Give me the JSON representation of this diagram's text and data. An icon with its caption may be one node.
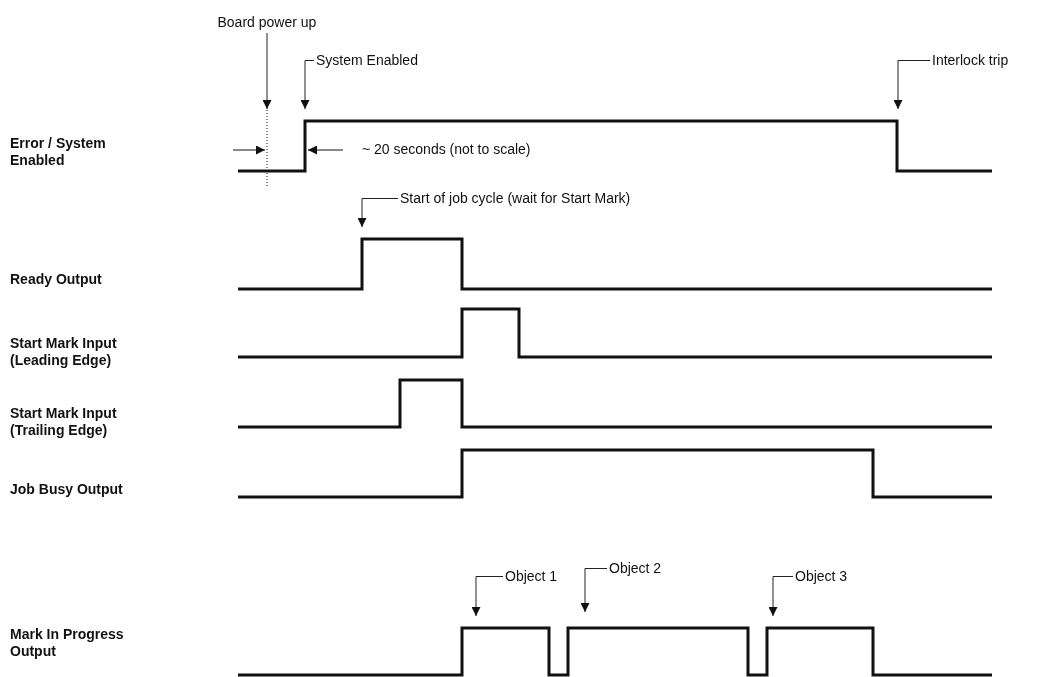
{
  "diagram": {
    "nodes": [
      {
        "text": [
          "Board power up"
        ]
      },
      {
        "text": [
          "System Enabled"
        ]
      },
      {
        "text": [
          "Interlock trip"
        ]
      },
      {
        "text": [
          "Start of job cycle (wait for Start Mark)"
        ]
      },
      {
        "text": [
          "Object 1"
        ]
      },
      {
        "text": [
          "Object 2"
        ]
      },
      {
        "text": [
          "Object 3"
        ]
      },
      {
        "text": [],
        "shape": "waveform"
      },
      {
        "text": [],
        "shape": "waveform"
      },
      {
        "text": [],
        "shape": "waveform"
      },
      {
        "text": [],
        "shape": "waveform"
      },
      {
        "text": [],
        "shape": "waveform"
      },
      {
        "text": [],
        "shape": "waveform"
      }
    ],
    "edges": [
      {
        "from": 0,
        "to": 7,
        "arrow": "to"
      },
      {
        "from": 1,
        "to": 7,
        "arrow": "to"
      },
      {
        "from": 2,
        "to": 7,
        "arrow": "to"
      },
      {
        "from": 3,
        "to": 8,
        "arrow": "to"
      },
      {
        "from": 4,
        "to": 12,
        "arrow": "to"
      },
      {
        "from": 5,
        "to": 12,
        "arrow": "to"
      },
      {
        "from": 6,
        "to": 12,
        "arrow": "to"
      }
    ],
    "labels": [
      "Error / System Enabled",
      "~ 20 seconds (not to scale)",
      "Ready Output",
      "Start Mark Input (Leading Edge)",
      "Start Mark Input (Trailing Edge)",
      "Job Busy Output",
      "Mark In Progress Output"
    ]
  }
}
